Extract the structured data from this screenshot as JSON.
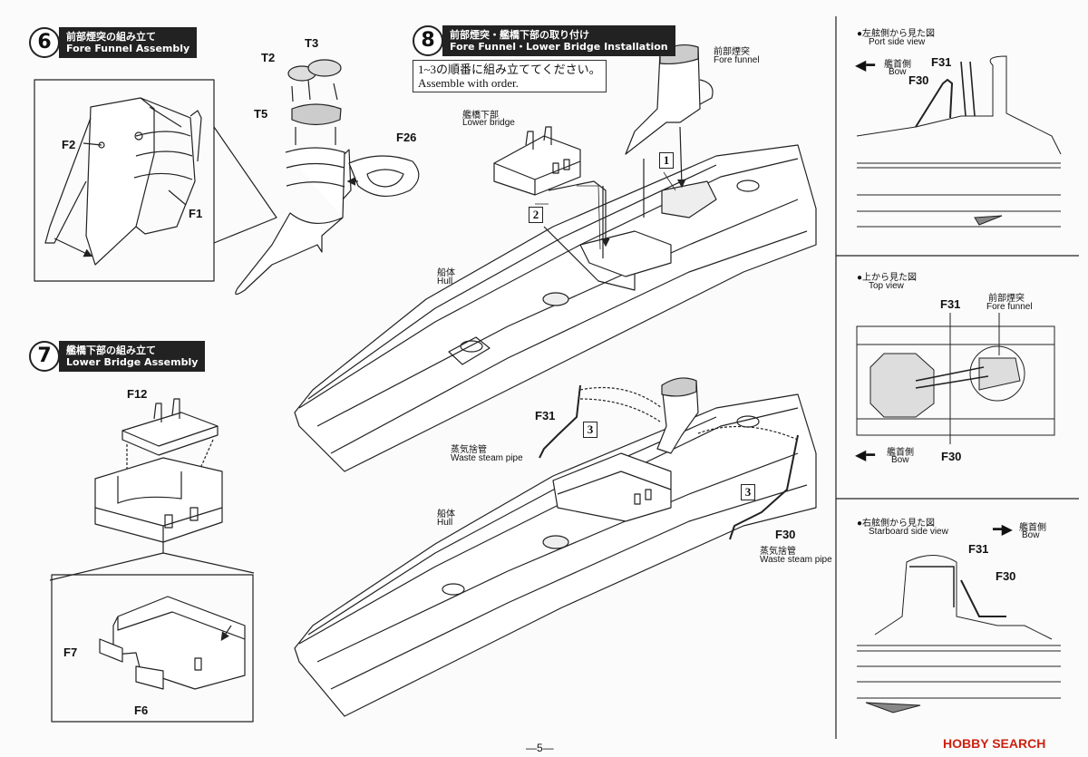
{
  "step6": {
    "number": "6",
    "title_ja": "前部煙突の組み立て",
    "title_en": "Fore Funnel Assembly",
    "parts": {
      "f2": "F2",
      "f1": "F1",
      "t2": "T2",
      "t3": "T3",
      "t5": "T5",
      "f26": "F26"
    }
  },
  "step7": {
    "number": "7",
    "title_ja": "艦橋下部の組み立て",
    "title_en": "Lower Bridge Assembly",
    "parts": {
      "f12": "F12",
      "f7": "F7",
      "f6": "F6"
    }
  },
  "step8": {
    "number": "8",
    "title_ja": "前部煙突・艦橋下部の取り付け",
    "title_en": "Fore Funnel・Lower Bridge Installation",
    "note_ja": "1~3の順番に組み立ててください。",
    "note_en": "Assemble with order.",
    "labels": {
      "fore_funnel_ja": "前部煙突",
      "fore_funnel_en": "Fore funnel",
      "lower_bridge_ja": "艦橋下部",
      "lower_bridge_en": "Lower bridge",
      "hull_ja": "船体",
      "hull_en": "Hull",
      "waste_pipe_ja": "蒸気捨管",
      "waste_pipe_en": "Waste steam pipe",
      "f31": "F31",
      "f30": "F30"
    },
    "order": [
      "1",
      "2",
      "3",
      "3"
    ]
  },
  "views": {
    "port": {
      "title_ja": "●左舷側から見た図",
      "title_en": "Port side view",
      "bow_ja": "艦首側",
      "bow_en": "Bow",
      "f31": "F31",
      "f30": "F30"
    },
    "top": {
      "title_ja": "●上から見た図",
      "title_en": "Top view",
      "bow_ja": "艦首側",
      "bow_en": "Bow",
      "f31": "F31",
      "f30": "F30",
      "funnel_ja": "前部煙突",
      "funnel_en": "Fore funnel"
    },
    "starboard": {
      "title_ja": "●右舷側から見た図",
      "title_en": "Starboard side view",
      "bow_ja": "艦首側",
      "bow_en": "Bow",
      "f31": "F31",
      "f30": "F30"
    }
  },
  "footer": {
    "page": "—5—",
    "watermark": "HOBBY SEARCH"
  }
}
